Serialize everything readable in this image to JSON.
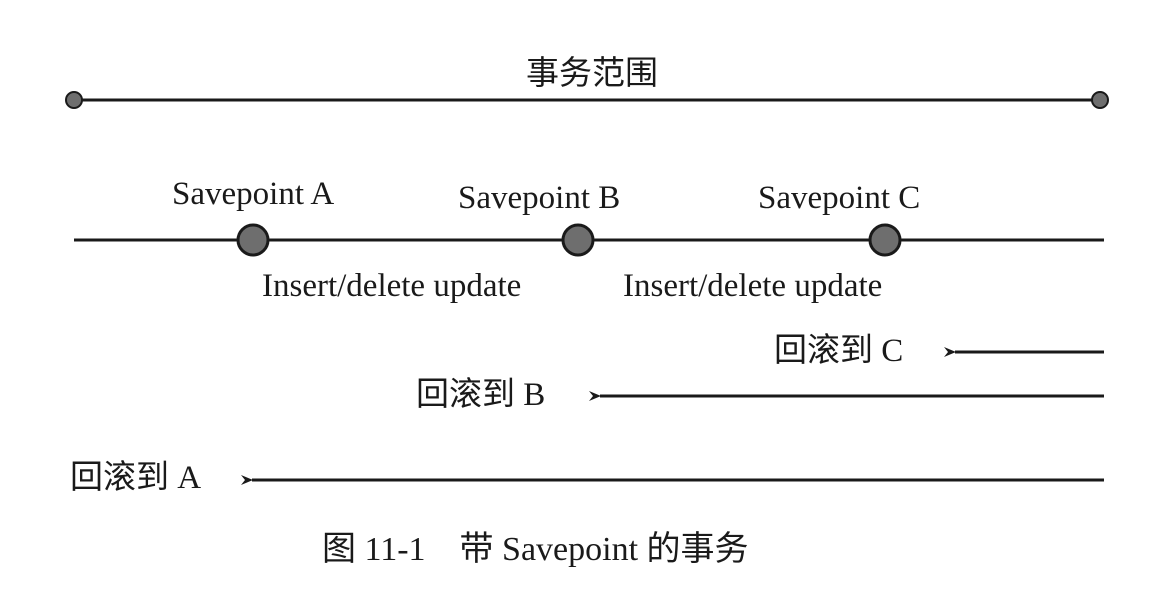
{
  "scope_label": "事务范围",
  "savepoints": [
    {
      "label": "Savepoint A"
    },
    {
      "label": "Savepoint B"
    },
    {
      "label": "Savepoint C"
    }
  ],
  "operations": [
    {
      "label": "Insert/delete update"
    },
    {
      "label": "Insert/delete update"
    }
  ],
  "rollbacks": [
    {
      "label": "回滚到 C"
    },
    {
      "label": "回滚到 B"
    },
    {
      "label": "回滚到 A"
    }
  ],
  "caption": "图 11-1　带 Savepoint 的事务",
  "colors": {
    "line": "#1a1a1a",
    "node_fill": "#6e6e6e",
    "node_stroke": "#1a1a1a",
    "background": "#ffffff"
  }
}
